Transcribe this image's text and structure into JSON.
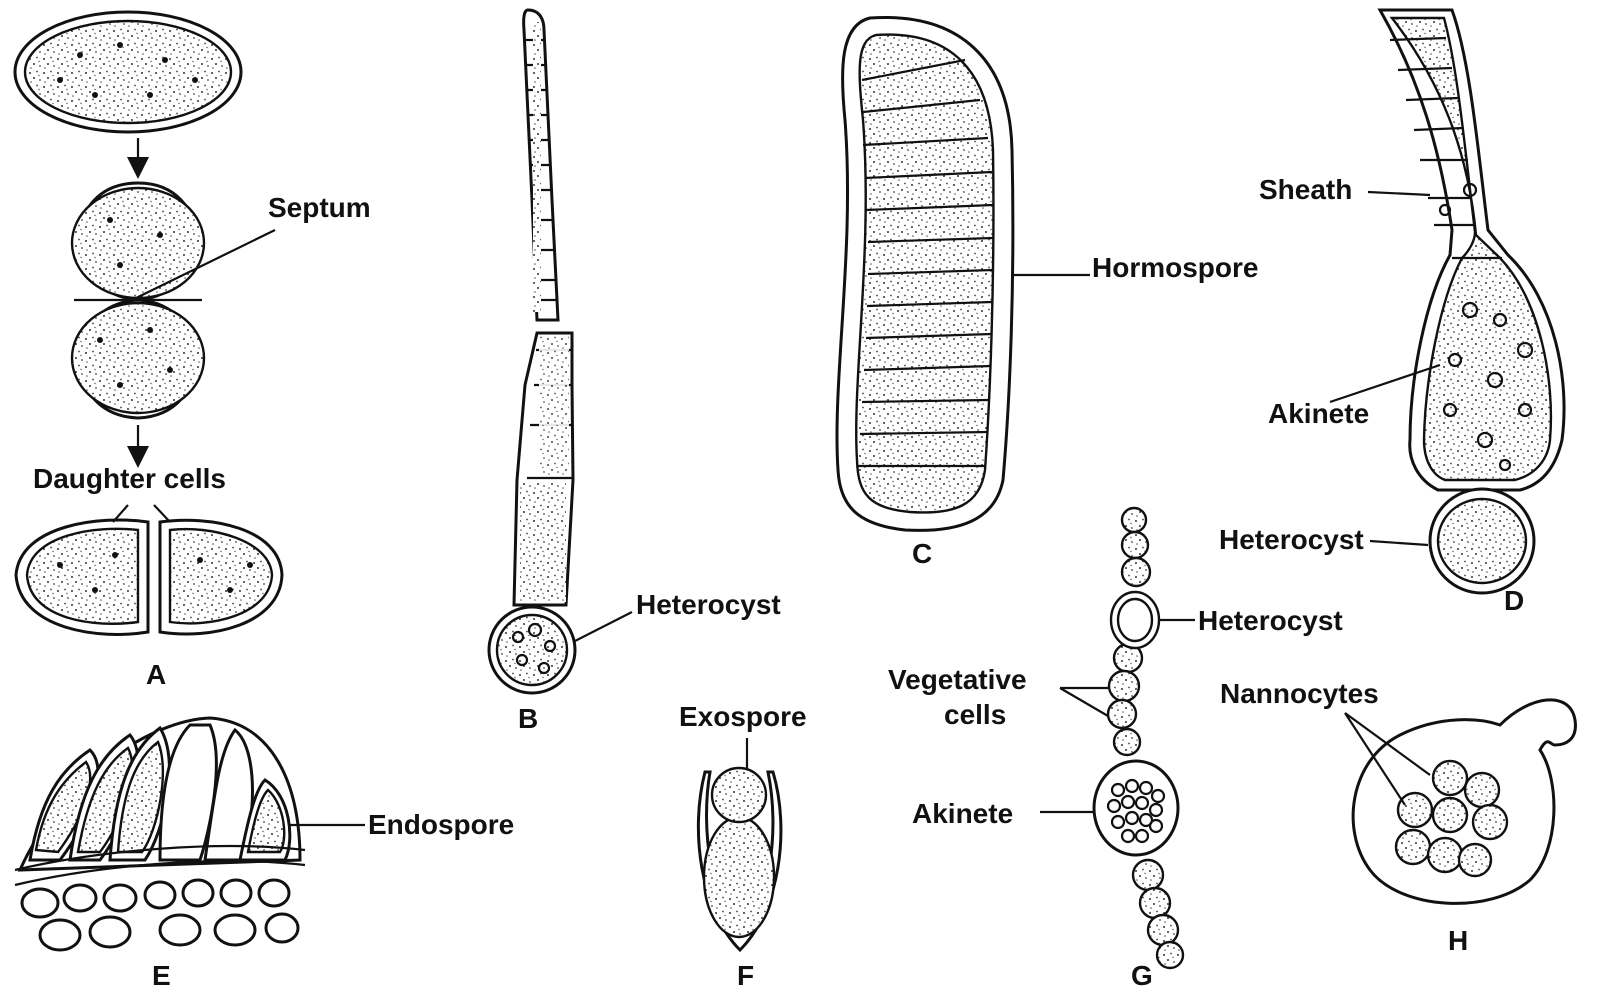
{
  "labels": {
    "septum": "Septum",
    "daughter_cells": "Daughter cells",
    "heterocyst_b": "Heterocyst",
    "hormospore": "Hormospore",
    "sheath": "Sheath",
    "akinete_d": "Akinete",
    "heterocyst_d": "Heterocyst",
    "heterocyst_g": "Heterocyst",
    "vegetative_1": "Vegetative",
    "vegetative_2": "cells",
    "akinete_g": "Akinete",
    "nannocytes": "Nannocytes",
    "exospore": "Exospore",
    "endospore": "Endospore"
  },
  "panels": {
    "a": "A",
    "b": "B",
    "c": "C",
    "d": "D",
    "e": "E",
    "f": "F",
    "g": "G",
    "h": "H"
  }
}
